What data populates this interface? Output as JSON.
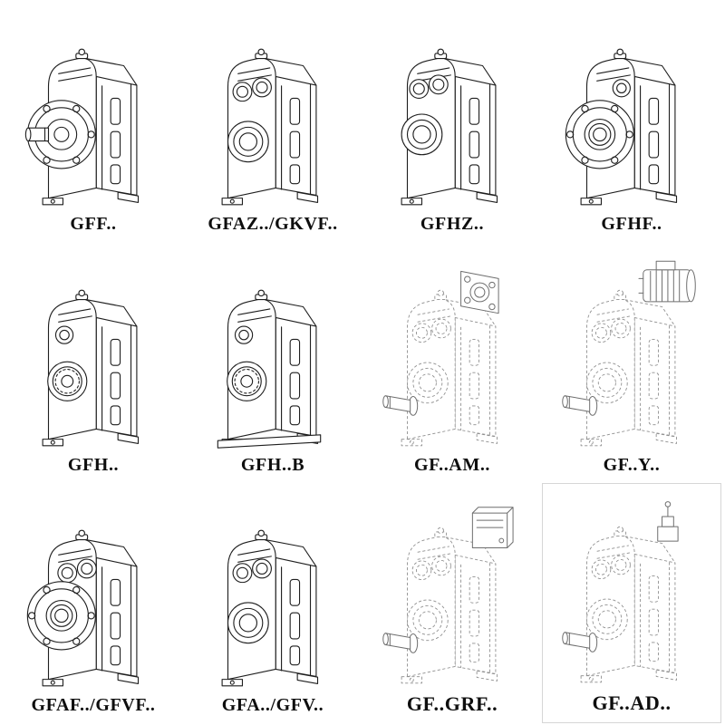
{
  "page": {
    "background": "#ffffff",
    "ink_color": "#1f1f1f",
    "phantom_line_color": "#8e8e8e"
  },
  "grid": {
    "items": [
      {
        "label": "GFF..",
        "drawing": "gearbox-solid-shaft-output-flange"
      },
      {
        "label": "GFAZ../GKVF..",
        "drawing": "gearbox-hollow-shaft"
      },
      {
        "label": "GFHZ..",
        "drawing": "gearbox-hollow-shaft-shrink-disc"
      },
      {
        "label": "GFHF..",
        "drawing": "gearbox-hollow-shaft-flange"
      },
      {
        "label": "GFH..",
        "drawing": "gearbox-foot-mounted"
      },
      {
        "label": "GFH..B",
        "drawing": "gearbox-foot-mounted-baseplate"
      },
      {
        "label": "GF..AM..",
        "drawing": "gearbox-phantom-motor-adapter-flange"
      },
      {
        "label": "GF..Y..",
        "drawing": "gearbox-phantom-with-motor"
      },
      {
        "label": "GFAF../GFVF..",
        "drawing": "gearbox-output-flange-hollow-shaft"
      },
      {
        "label": "GFA../GFV..",
        "drawing": "gearbox-hollow-shaft"
      },
      {
        "label": "GF..GRF..",
        "drawing": "gearbox-phantom-primary-gear-unit"
      },
      {
        "label": "GF..AD..",
        "drawing": "gearbox-phantom-input-shaft-adapter"
      }
    ]
  }
}
